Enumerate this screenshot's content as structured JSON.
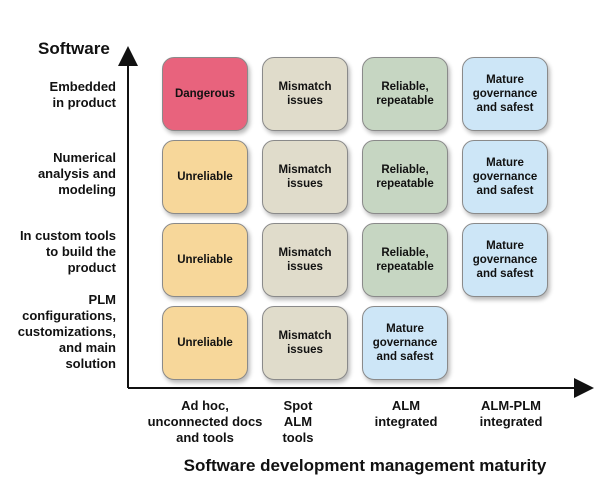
{
  "y_axis_title": "Software",
  "x_axis_title": "Software development management maturity",
  "rows": [
    "Embedded\nin product",
    "Numerical\nanalysis and\nmodeling",
    "In custom tools\nto build the\nproduct",
    "PLM\nconfigurations,\ncustomizations,\nand main\nsolution"
  ],
  "columns": [
    "Ad hoc,\nunconnected docs\nand tools",
    "Spot\nALM\ntools",
    "ALM\nintegrated",
    "ALM-PLM\nintegrated"
  ],
  "cells": [
    [
      "Dangerous",
      "Mismatch\nissues",
      "Reliable,\nrepeatable",
      "Mature\ngovernance\nand safest"
    ],
    [
      "Unreliable",
      "Mismatch\nissues",
      "Reliable,\nrepeatable",
      "Mature\ngovernance\nand safest"
    ],
    [
      "Unreliable",
      "Mismatch\nissues",
      "Reliable,\nrepeatable",
      "Mature\ngovernance\nand safest"
    ],
    [
      "Unreliable",
      "Mismatch\nissues",
      "Mature\ngovernance\nand safest",
      ""
    ]
  ],
  "colors": {
    "Dangerous": "#e8637d",
    "Unreliable": "#f7d79a",
    "Mismatch\nissues": "#e0dccb",
    "Reliable,\nrepeatable": "#c6d6c2",
    "Mature\ngovernance\nand safest": "#cde6f7"
  }
}
